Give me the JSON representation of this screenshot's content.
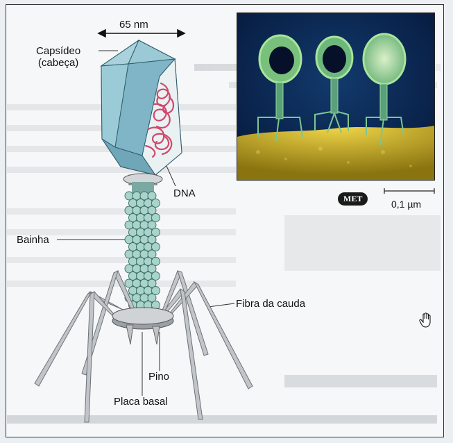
{
  "diagram": {
    "dimension_label": "65 nm",
    "capsid_label_line1": "Capsídeo",
    "capsid_label_line2": "(cabeça)",
    "dna_label": "DNA",
    "sheath_label": "Bainha",
    "tail_fiber_label": "Fibra da cauda",
    "pin_label": "Pino",
    "base_plate_label": "Placa basal"
  },
  "micrograph": {
    "badge": "MET",
    "scale_label": "0,1 µm"
  },
  "colors": {
    "capsid": "#8cc0cf",
    "capsid_dark": "#5e97aa",
    "dna": "#d2476b",
    "sheath_beads": "#a9d4cc",
    "collar": "#c8ccd0",
    "fibers": "#b8bcc0",
    "micro_bg": "#0a2a5a",
    "micro_cells": "#d9c233"
  }
}
